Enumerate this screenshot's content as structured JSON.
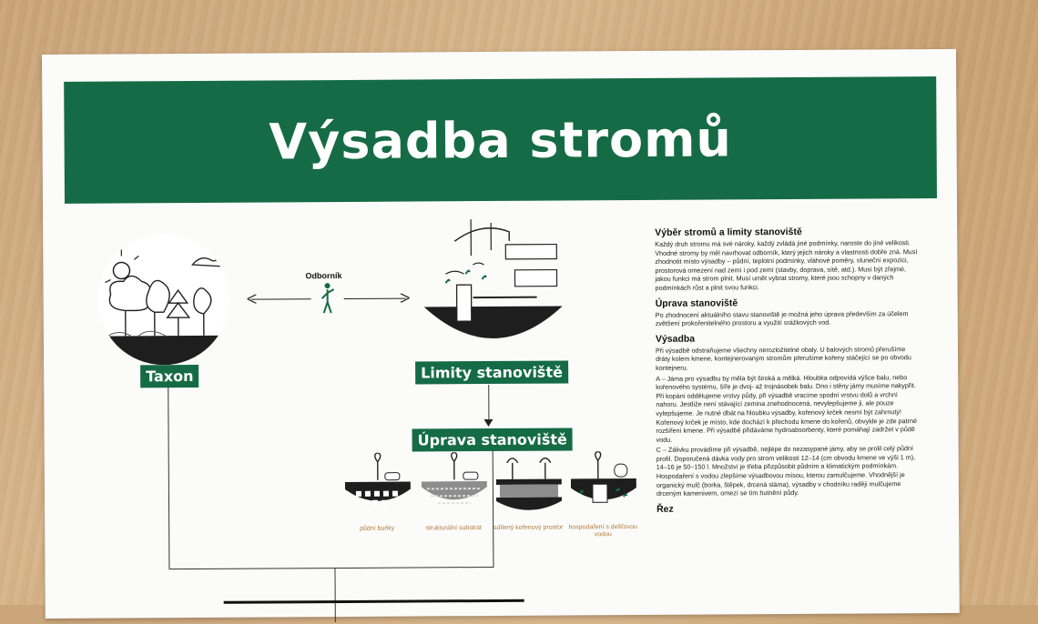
{
  "title": "Výsadba stromů",
  "diagram": {
    "taxon": "Taxon",
    "limits": "Limity stanoviště",
    "prep": "Úprava stanoviště",
    "expert": "Odborník",
    "options": [
      "půdní buňky",
      "strukturální substrát",
      "sdílený kořenový prostor",
      "hospodaření s dešťovou vodou"
    ]
  },
  "sections": [
    {
      "heading": "Výběr stromů a limity stanoviště",
      "paragraphs": [
        "Každý druh stromu má své nároky, každý zvládá jiné podmínky, naroste do jiné velikosti. Vhodné stromy by měl navrhovat odborník, který jejich nároky a vlastnosti dobře zná. Musí zhodnotit místo výsadby – půdní, teplotní podmínky, vláhové poměry, sluneční expozici, prostorová omezení nad zemí i pod zemí (stavby, doprava, sítě, atd.). Musí být zřejmé, jakou funkci má strom plnit. Musí umět vybrat stromy, které jsou schopny v daných podmínkách růst a plnit svou funkci."
      ]
    },
    {
      "heading": "Úprava stanoviště",
      "paragraphs": [
        "Po zhodnocení aktuálního stavu stanoviště je možná jeho úprava především za účelem zvětšení prokořenitelného prostoru a využití srážkových vod."
      ]
    },
    {
      "heading": "Výsadba",
      "paragraphs": [
        "Při výsadbě odstraňujeme všechny nerozložitelné obaly. U balových stromů přerušíme dráty kolem kmene, kontejnerovaným stromům přerušíme kořeny stáčející se po obvodu kontejneru.",
        "A – Jáma pro výsadbu by měla být široká a mělká. Hloubka odpovídá výšce balu, nebo kořenového systému, šíře je dvoj- až trojnásobek balu. Dno i stěny jámy musíme nakypřit. Při kopání oddělujeme vrstvy půdy, při výsadbě vracíme spodní vrstvu dolů a vrchní nahoru. Jestliže není stávající zemina znehodnocená, nevylepšujeme ji, ale pouze vylepšujeme. Je nutné dbát na hloubku výsadby, kořenový krček nesmí být zahrnutý! Kořenový krček je místo, kde dochází k přechodu kmene do kořenů, obvykle je zde patrné rozšíření kmene. Při výsadbě přidáváme hydroabsorbenty, které pomáhají zadržet v půdě vodu.",
        "C – Zálivku provádíme při výsadbě, nejlépe do nezasypané jámy, aby se prolil celý půdní profil. Doporučená dávka vody pro strom velikosti 12–14 (cm obvodu kmene ve výši 1 m), 14–16 je 50–150 l. Množství je třeba přizpůsobit půdním a klimatickým podmínkám. Hospodaření s vodou zlepšíme výsadbovou mísou, kterou zamulčujeme. Vhodnější je organický mulč (borka, štěpek, drcená sláma), výsadby v chodníku raději mulčujeme drceným kamenivem, omezí se tím hutnění půdy."
      ]
    },
    {
      "heading": "Řez",
      "paragraphs": []
    }
  ]
}
